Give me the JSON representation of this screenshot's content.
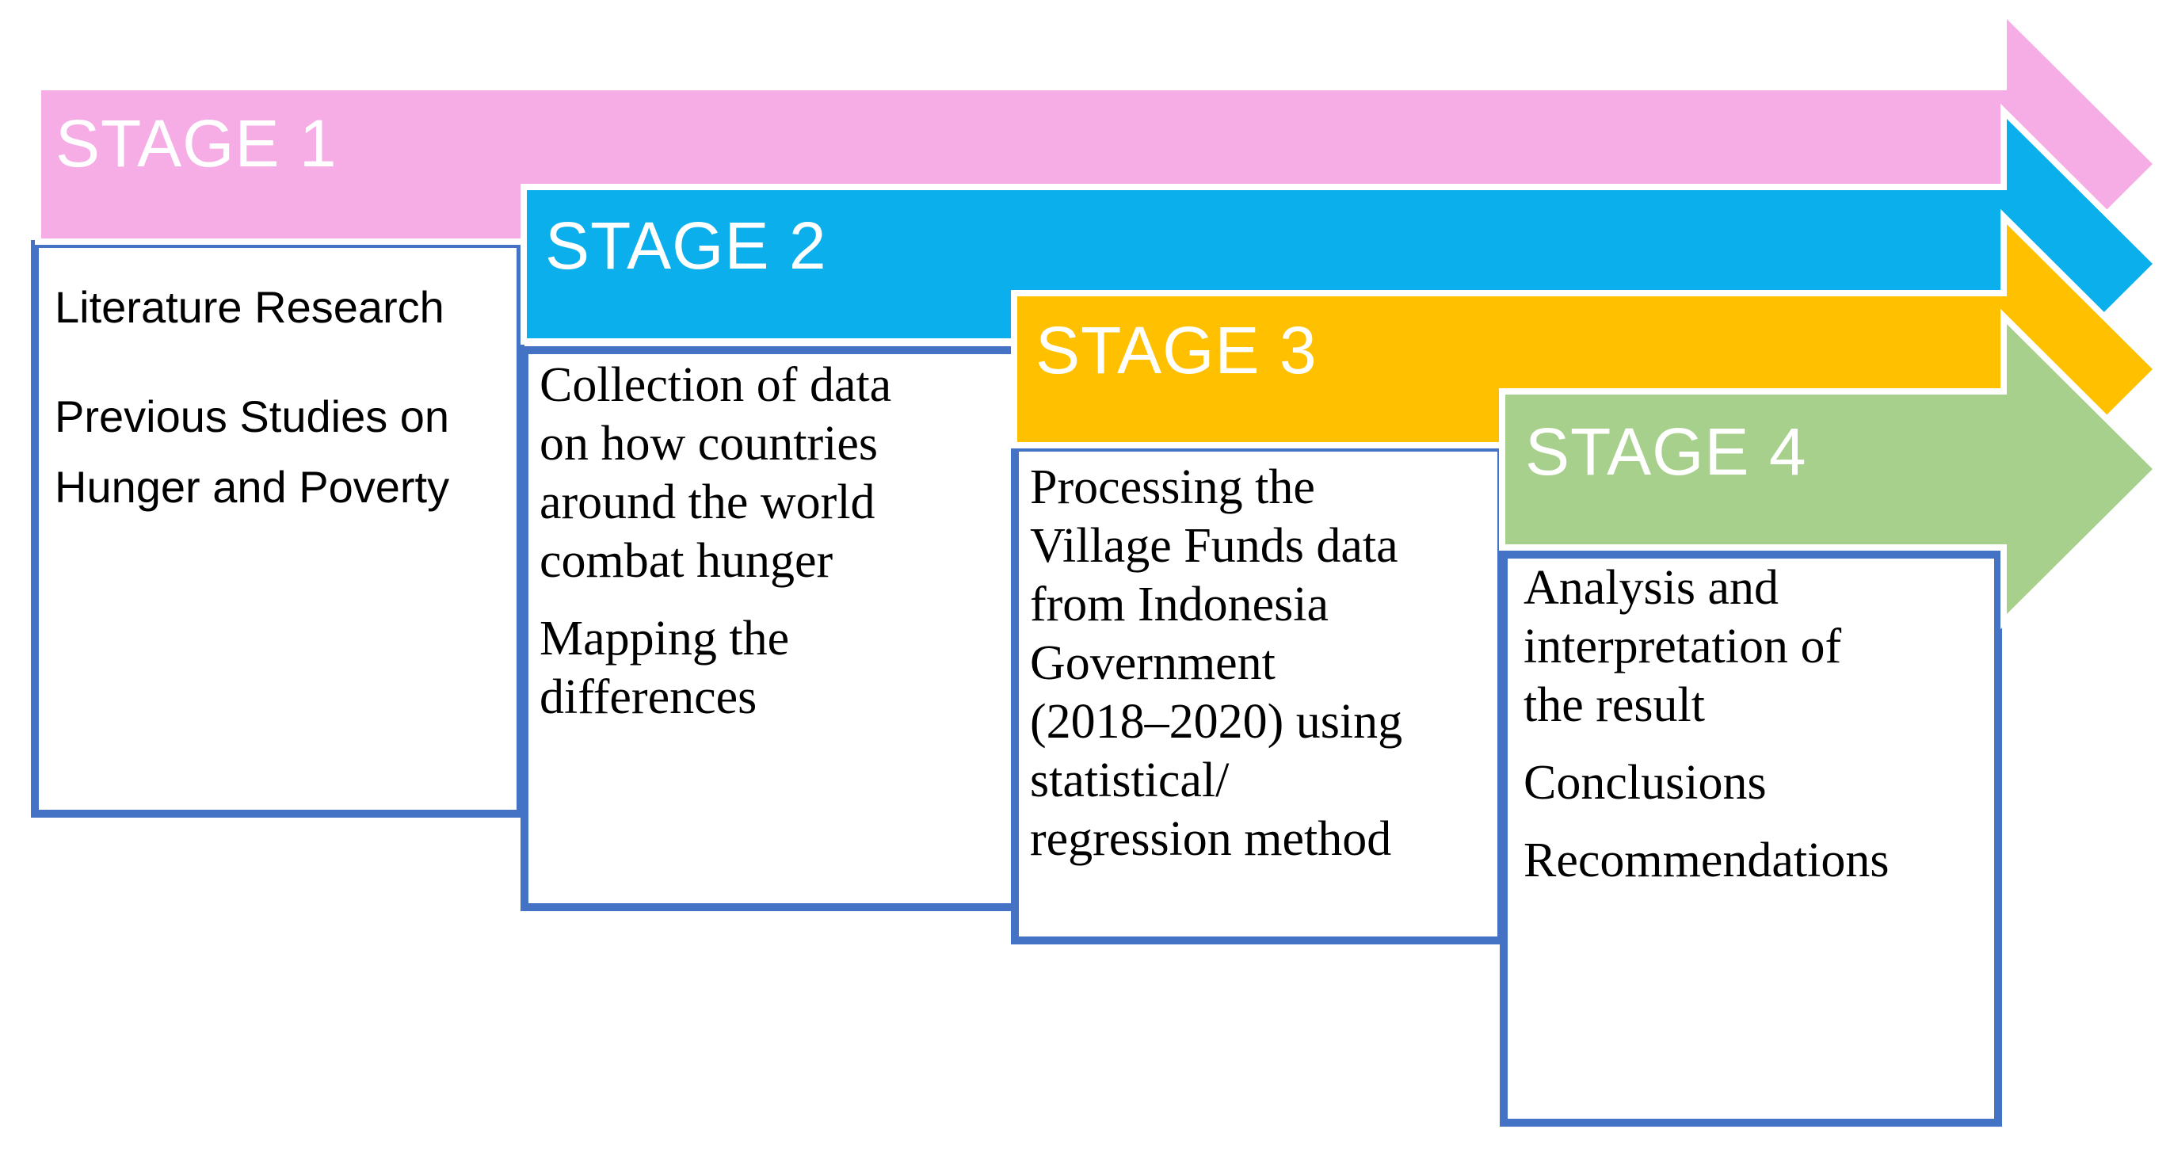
{
  "diagram_title": "Research stages process diagram",
  "accent": {
    "box_border_color": "#4472C4",
    "label_text_color": "#FFFFFF",
    "body_text_color": "#000000",
    "background_color": "#FFFFFF"
  },
  "stages": [
    {
      "label": "STAGE 1",
      "color": "#F6ADE6",
      "box": {
        "paragraphs": [
          "Literature Research",
          "Previous Studies on\nHunger and Poverty"
        ]
      }
    },
    {
      "label": "STAGE 2",
      "color": "#0AAFEB",
      "box": {
        "paragraphs": [
          "Collection of data\non how countries\naround the world\ncombat hunger",
          "Mapping the\ndifferences"
        ]
      }
    },
    {
      "label": "STAGE 3",
      "color": "#FFC000",
      "box": {
        "paragraphs": [
          "Processing the\nVillage Funds data\nfrom Indonesia\nGovernment\n(2018–2020) using\nstatistical/\nregression method"
        ]
      }
    },
    {
      "label": "STAGE 4",
      "color": "#A8D08D",
      "box": {
        "paragraphs": [
          "Analysis and\ninterpretation of\nthe result",
          "Conclusions",
          "Recommendations"
        ]
      }
    }
  ]
}
